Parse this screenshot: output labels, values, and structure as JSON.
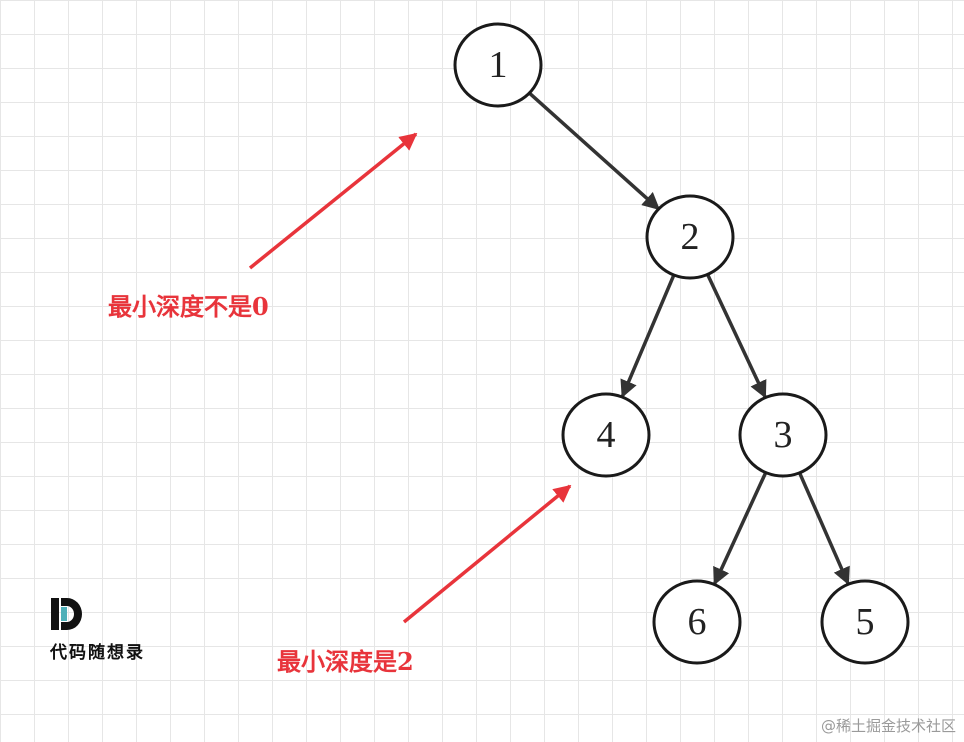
{
  "tree": {
    "nodes": [
      {
        "id": "n1",
        "label": "1"
      },
      {
        "id": "n2",
        "label": "2"
      },
      {
        "id": "n4",
        "label": "4"
      },
      {
        "id": "n3",
        "label": "3"
      },
      {
        "id": "n6",
        "label": "6"
      },
      {
        "id": "n5",
        "label": "5"
      }
    ],
    "edges": [
      {
        "from": "n1",
        "to": "n2"
      },
      {
        "from": "n2",
        "to": "n4"
      },
      {
        "from": "n2",
        "to": "n3"
      },
      {
        "from": "n3",
        "to": "n6"
      },
      {
        "from": "n3",
        "to": "n5"
      }
    ]
  },
  "annotations": {
    "not_zero": "最小深度不是0",
    "is_two": "最小深度是2"
  },
  "colors": {
    "annotation": "#e8343b",
    "edge": "#333333",
    "node_stroke": "#1a1a1a",
    "logo_accent": "#4fb0b8"
  },
  "logo": {
    "text": "代码随想录"
  },
  "watermark": "@稀土掘金技术社区"
}
